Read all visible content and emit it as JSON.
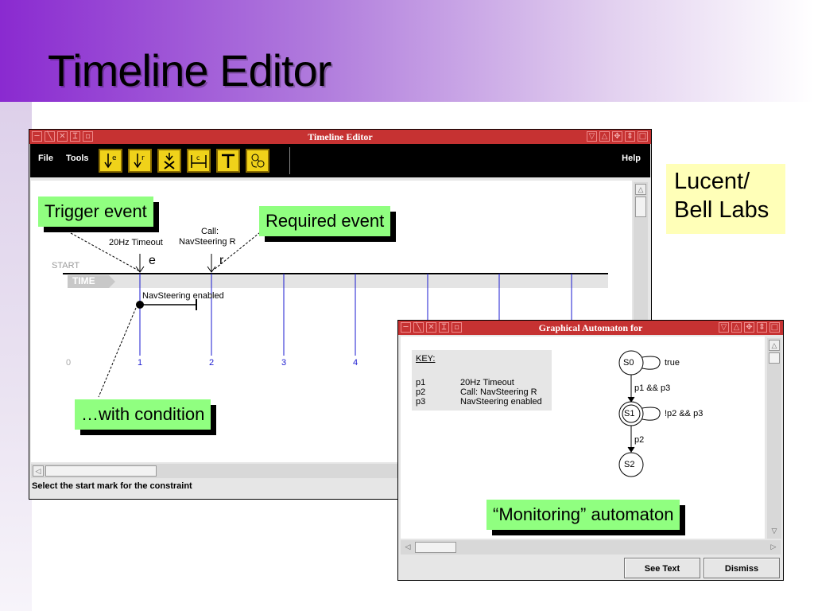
{
  "slide": {
    "title": "Timeline Editor",
    "vendor_line1": "Lucent/",
    "vendor_line2": "Bell Labs"
  },
  "main_window": {
    "title": "Timeline Editor",
    "menu": {
      "file": "File",
      "tools": "Tools",
      "help": "Help"
    },
    "tools": [
      "trigger-event-tool-icon",
      "required-event-tool-icon",
      "cross-event-tool-icon",
      "constraint-tool-icon",
      "text-tool-icon",
      "automaton-tool-icon"
    ],
    "status": "Select the start mark for the constraint"
  },
  "timeline": {
    "start_label": "START",
    "time_label": "TIME",
    "ticks": [
      "0",
      "1",
      "2",
      "3",
      "4"
    ],
    "event_e_label": "20Hz Timeout",
    "event_e_letter": "e",
    "event_r_label_line1": "Call:",
    "event_r_label_line2": "NavSteering R",
    "event_r_letter": "r",
    "condition_label": "NavSteering enabled"
  },
  "callouts": {
    "trigger": "Trigger event",
    "required": "Required event",
    "condition": "…with condition",
    "monitoring": "“Monitoring” automaton"
  },
  "automaton_window": {
    "title": "Graphical Automaton for",
    "key_title": "KEY:",
    "key": [
      {
        "id": "p1",
        "desc": "20Hz Timeout"
      },
      {
        "id": "p2",
        "desc": "Call: NavSteering R"
      },
      {
        "id": "p3",
        "desc": "NavSteering enabled"
      }
    ],
    "states": {
      "s0": "S0",
      "s1": "S1",
      "s2": "S2"
    },
    "transitions": {
      "s0_self": "true",
      "s0_s1": "p1 && p3",
      "s1_self": "!p2 && p3",
      "s1_s2": "p2"
    },
    "buttons": {
      "see_text": "See Text",
      "dismiss": "Dismiss"
    }
  },
  "colors": {
    "titlebar": "#c63232",
    "tool_yellow": "#f0d21a",
    "callout_green": "#90ff80",
    "timeline_blue": "#1a1ad0"
  }
}
